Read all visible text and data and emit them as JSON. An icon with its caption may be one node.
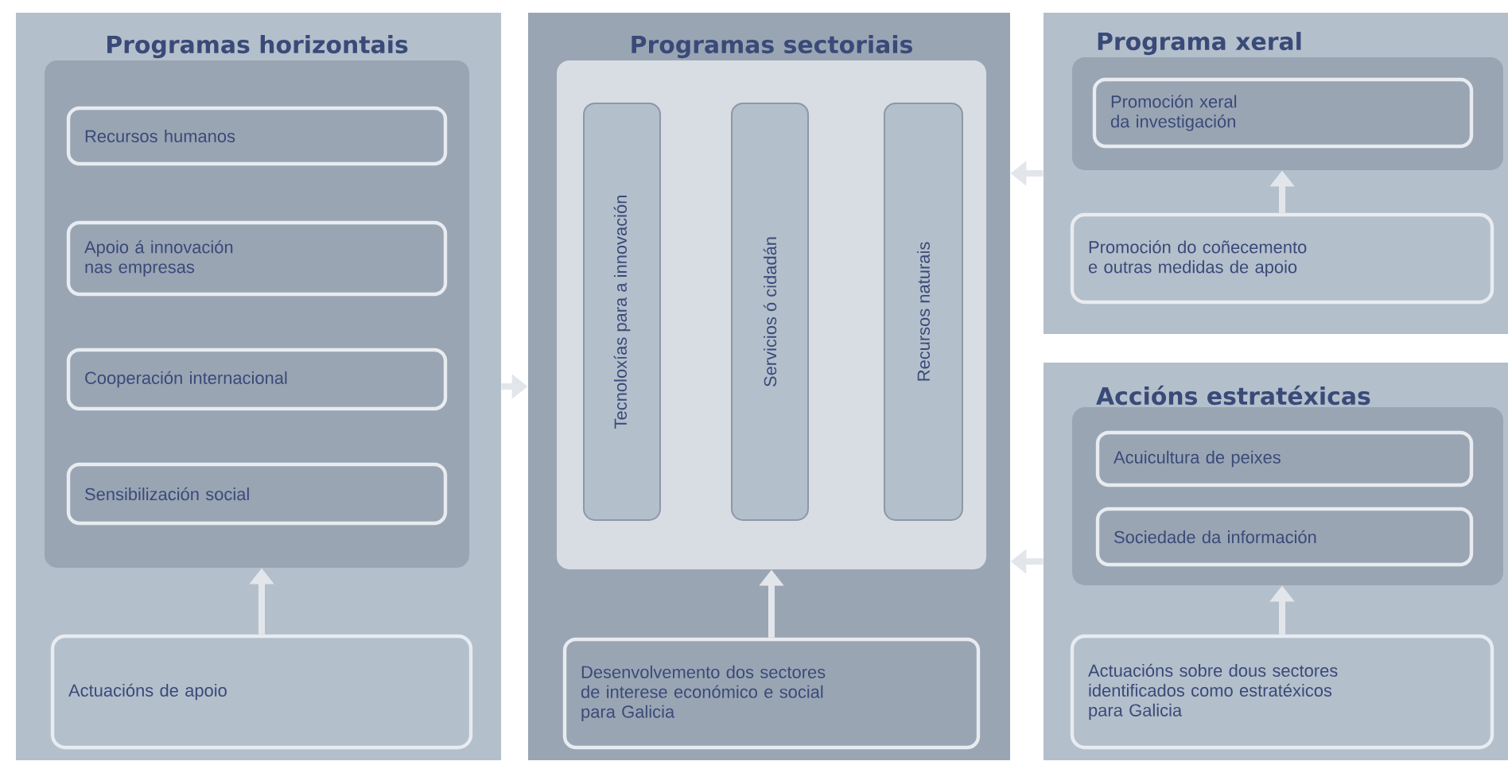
{
  "diagram": {
    "nodes": [
      {
        "text": [],
        "shape": "box"
      },
      {
        "text": [
          "Programas horizontais"
        ],
        "in": 0
      },
      {
        "text": [
          "Recursos humanos"
        ],
        "in": 1
      },
      {
        "text": [
          "Apoio á innovación nas empresas"
        ],
        "in": 1
      },
      {
        "text": [
          "Cooperación internacional"
        ],
        "in": 1
      },
      {
        "text": [
          "Sensibilización social"
        ],
        "in": 1
      },
      {
        "text": [
          "Actuacións de apoio"
        ],
        "in": 0
      },
      {
        "text": [],
        "shape": "box"
      },
      {
        "text": [
          "Programas sectoriais"
        ],
        "in": 7
      },
      {
        "text": [
          "Tecnoloxías para a innovación"
        ],
        "in": 8
      },
      {
        "text": [
          "Servicios ó cidadán"
        ],
        "in": 8
      },
      {
        "text": [
          "Recursos naturais"
        ],
        "in": 8
      },
      {
        "text": [
          "Desenvolvemento dos sectores de interese económico e social para Galicia"
        ],
        "in": 7
      },
      {
        "text": [],
        "shape": "box"
      },
      {
        "text": [
          "Programa xeral"
        ],
        "in": 13
      },
      {
        "text": [
          "Promoción xeral da investigación"
        ],
        "in": 14
      },
      {
        "text": [
          "Promoción do coñecemento e outras medidas de apoio"
        ],
        "in": 13
      },
      {
        "text": [],
        "shape": "box"
      },
      {
        "text": [
          "Accións estratéxicas"
        ],
        "in": 17
      },
      {
        "text": [
          "Acuicultura de peixes"
        ],
        "in": 18
      },
      {
        "text": [
          "Sociedade da información"
        ],
        "in": 18
      },
      {
        "text": [
          "Actuacións sobre dous sectores identificados como estratéxicos para Galicia"
        ],
        "in": 17
      }
    ],
    "edges": [
      {
        "from": 6,
        "to": 1,
        "arrow": "to"
      },
      {
        "from": 12,
        "to": 8,
        "arrow": "to"
      },
      {
        "from": 16,
        "to": 14,
        "arrow": "to"
      },
      {
        "from": 21,
        "to": 18,
        "arrow": "to"
      },
      {
        "from": 0,
        "to": 7,
        "arrow": "to"
      },
      {
        "from": 13,
        "to": 7,
        "arrow": "to"
      },
      {
        "from": 17,
        "to": 7,
        "arrow": "to"
      }
    ]
  }
}
